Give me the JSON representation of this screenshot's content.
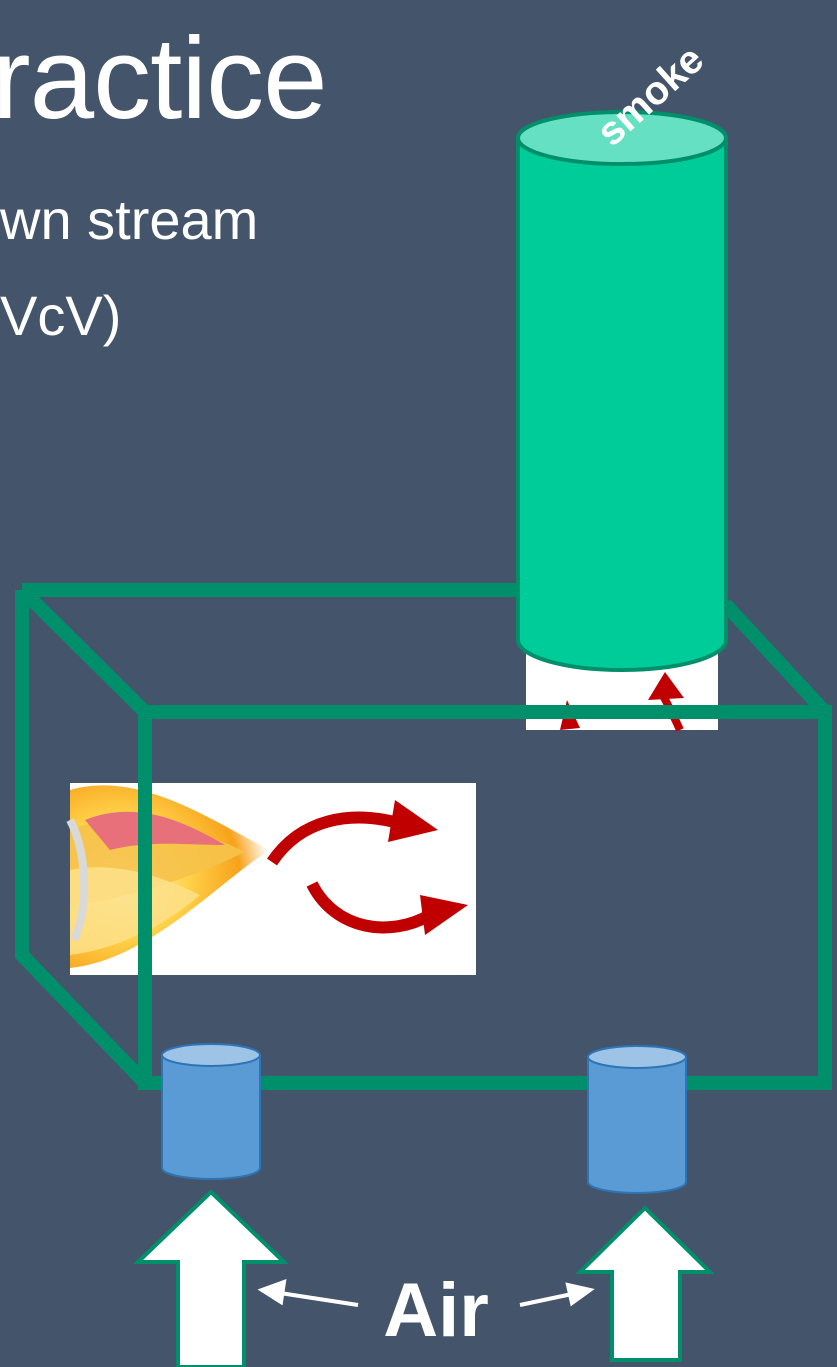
{
  "slide": {
    "title_fragment": "ractice",
    "bullet_line_1": "wn stream",
    "bullet_line_2": "VcV)"
  },
  "diagram": {
    "chimney_label": "smoke",
    "air_label": "Air",
    "colors": {
      "background": "#44546a",
      "box_outline": "#008f6b",
      "chimney_body": "#00cc99",
      "chimney_top": "#66e0c2",
      "inlet_body": "#5b9bd5",
      "inlet_top": "#9dc3e6",
      "flame_arrow": "#c00000",
      "air_arrow": "#ffffff"
    },
    "icons": [
      "flame-image",
      "red-curved-arrow",
      "white-up-arrow"
    ]
  }
}
